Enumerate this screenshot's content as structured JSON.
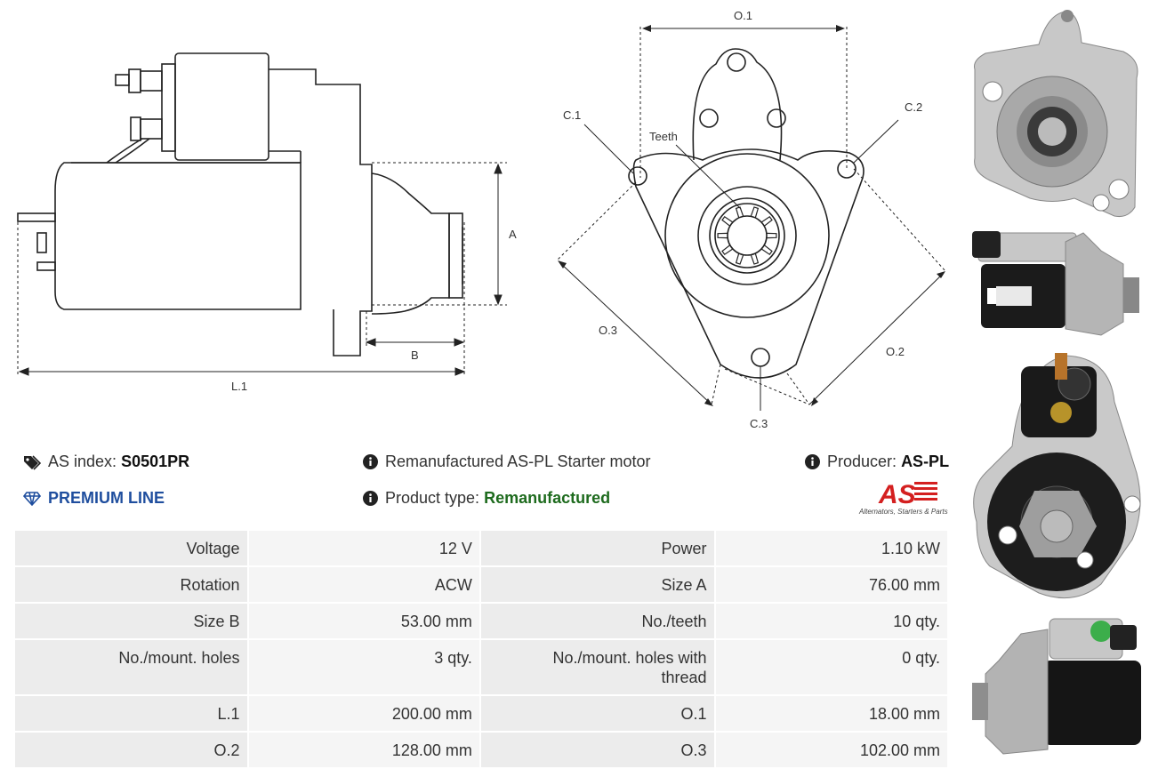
{
  "drawing": {
    "side_labels": {
      "a": "A",
      "b": "B",
      "l1": "L.1"
    },
    "front_labels": {
      "o1": "O.1",
      "o2": "O.2",
      "o3": "O.3",
      "c1": "C.1",
      "c2": "C.2",
      "c3": "C.3",
      "teeth": "Teeth"
    }
  },
  "info": {
    "as_index_label": "AS index:",
    "as_index_value": "S0501PR",
    "premium_line": "PREMIUM LINE",
    "description": "Remanufactured AS-PL Starter motor",
    "product_type_label": "Product type:",
    "product_type_value": "Remanufactured",
    "producer_label": "Producer:",
    "producer_value": "AS-PL",
    "logo_text": "AS",
    "logo_tagline": "Alternators, Starters & Parts"
  },
  "specs": [
    [
      "Voltage",
      "12 V",
      "Power",
      "1.10 kW"
    ],
    [
      "Rotation",
      "ACW",
      "Size A",
      "76.00 mm"
    ],
    [
      "Size B",
      "53.00 mm",
      "No./teeth",
      "10 qty."
    ],
    [
      "No./mount. holes",
      "3 qty.",
      "No./mount. holes with thread",
      "0 qty."
    ],
    [
      "L.1",
      "200.00 mm",
      "O.1",
      "18.00 mm"
    ],
    [
      "O.2",
      "128.00 mm",
      "O.3",
      "102.00 mm"
    ]
  ],
  "colors": {
    "premium": "#1f4e9e",
    "product_type": "#1e6b1e",
    "logo_red": "#d42020",
    "cell": "#ececec"
  }
}
